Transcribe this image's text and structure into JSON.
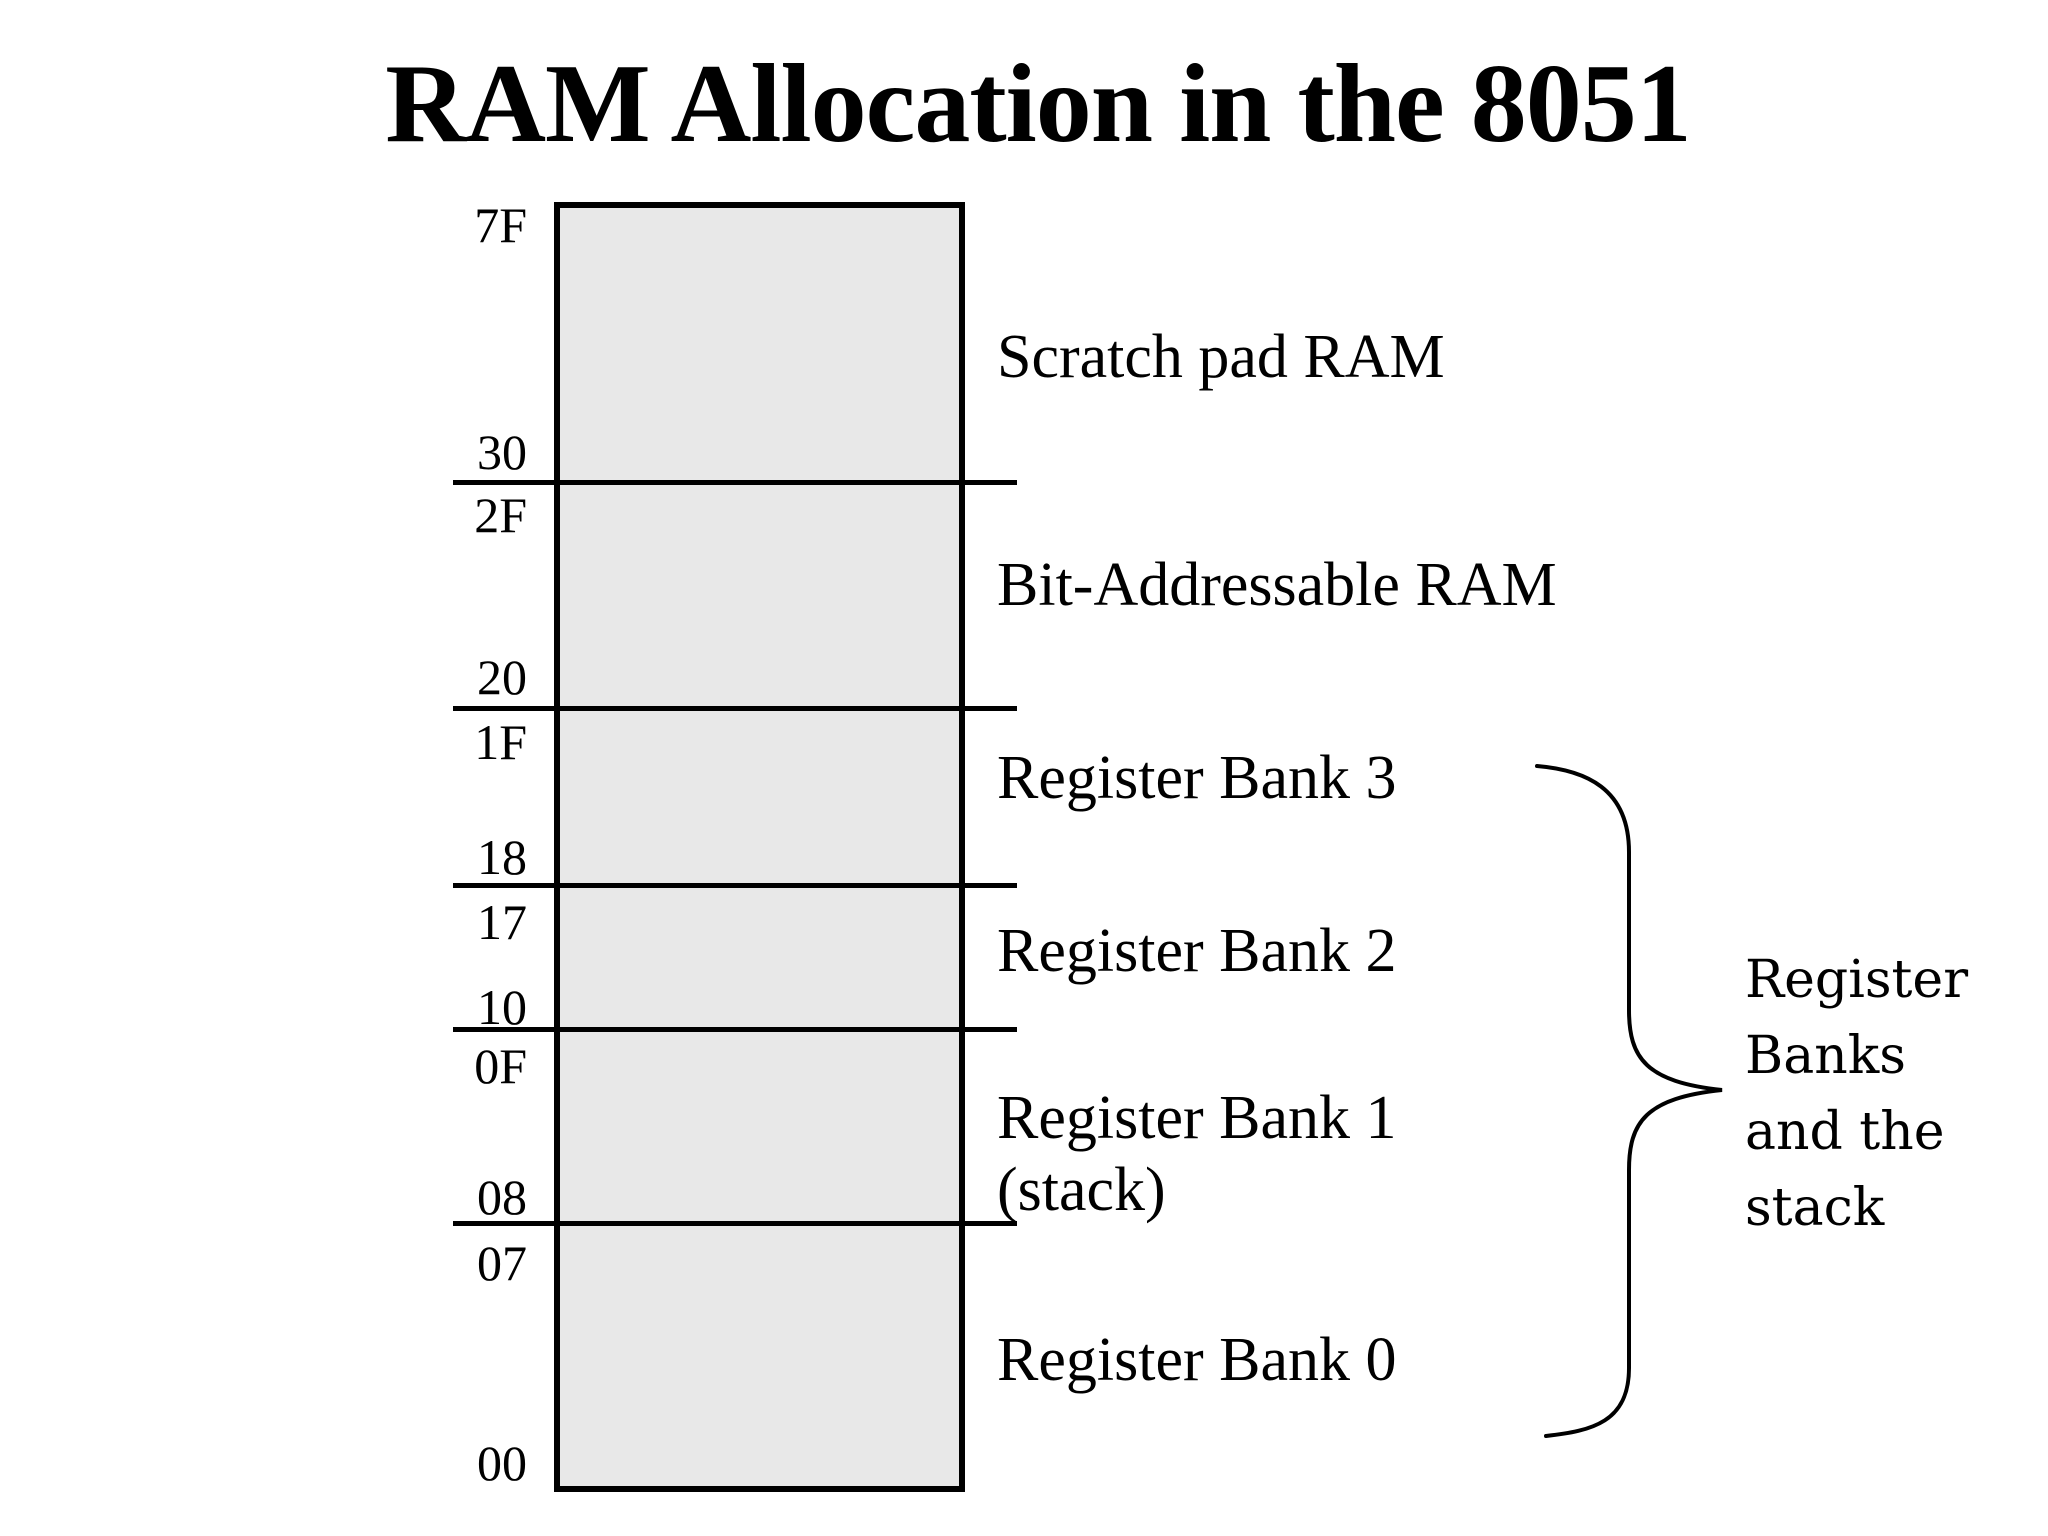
{
  "title": "RAM Allocation in the 8051",
  "colors": {
    "background": "#ffffff",
    "box_fill": "#e8e8e8",
    "ink": "#000000"
  },
  "memory_map": {
    "regions": [
      {
        "label": "Scratch pad RAM",
        "top_addr": "7F",
        "bottom_addr": "30"
      },
      {
        "label": "Bit-Addressable RAM",
        "top_addr": "2F",
        "bottom_addr": "20"
      },
      {
        "label": "Register Bank 3",
        "top_addr": "1F",
        "bottom_addr": "18"
      },
      {
        "label": "Register Bank 2",
        "top_addr": "17",
        "bottom_addr": "10"
      },
      {
        "label": "Register Bank 1",
        "label_line2": "(stack)",
        "top_addr": "0F",
        "bottom_addr": "08"
      },
      {
        "label": "Register Bank 0",
        "top_addr": "07",
        "bottom_addr": "00"
      }
    ]
  },
  "brace_note": {
    "line1": "Register",
    "line2": "Banks",
    "line3": "and the",
    "line4": "stack"
  }
}
